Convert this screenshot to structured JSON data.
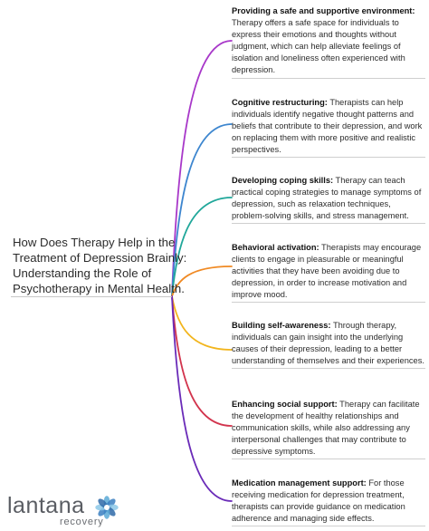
{
  "root": {
    "title": "How Does Therapy Help in the Treatment of Depression Brainly: Understanding the Role of Psychotherapy in Mental Health."
  },
  "branches": [
    {
      "heading": "Providing a safe and supportive environment:",
      "text": "Therapy offers a safe space for individuals to express their emotions and thoughts without judgment, which can help alleviate feelings of isolation and loneliness often experienced with depression.",
      "color": "#a838c9"
    },
    {
      "heading": "Cognitive restructuring:",
      "text": "Therapists can help individuals identify negative thought patterns and beliefs that contribute to their depression, and work on replacing them with more positive and realistic perspectives.",
      "color": "#3d86cf"
    },
    {
      "heading": "Developing coping skills:",
      "text": "Therapy can teach practical coping strategies to manage symptoms of depression, such as relaxation techniques, problem-solving skills, and stress management.",
      "color": "#20a79a"
    },
    {
      "heading": "Behavioral activation:",
      "text": "Therapists may encourage clients to engage in pleasurable or meaningful activities that they have been avoiding due to depression, in order to increase motivation and improve mood.",
      "color": "#f08a24"
    },
    {
      "heading": "Building self-awareness:",
      "text": "Through therapy, individuals can gain insight into the underlying causes of their depression, leading to a better understanding of themselves and their experiences.",
      "color": "#f2b51d"
    },
    {
      "heading": "Enhancing social support:",
      "text": "Therapy can facilitate the development of healthy relationships and communication skills, while also addressing any interpersonal challenges that may contribute to depressive symptoms.",
      "color": "#d2344d"
    },
    {
      "heading": "Medication management support:",
      "text": "For those receiving medication for depression treatment, therapists can provide guidance on medication adherence and managing side effects.",
      "color": "#6a2bb8"
    }
  ],
  "logo": {
    "word": "lantana",
    "sub": "recovery",
    "mark_colors": [
      "#5aa9d6",
      "#3a7fc1",
      "#8cc8e8",
      "#2f6aa8"
    ]
  }
}
